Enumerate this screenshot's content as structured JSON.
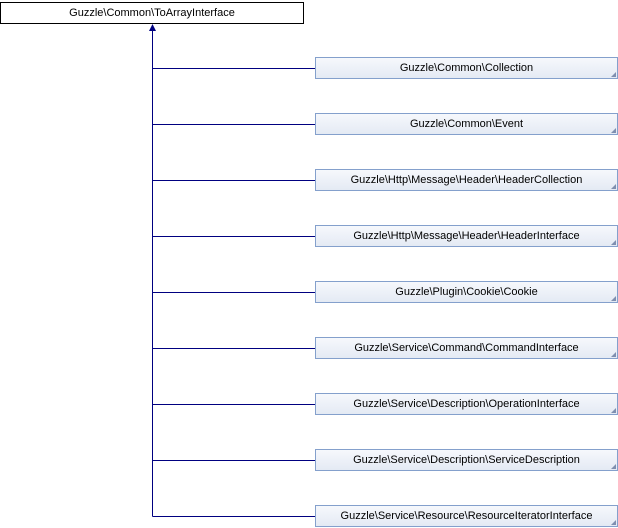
{
  "base_class": "Guzzle\\Common\\ToArrayInterface",
  "children": [
    "Guzzle\\Common\\Collection",
    "Guzzle\\Common\\Event",
    "Guzzle\\Http\\Message\\Header\\HeaderCollection",
    "Guzzle\\Http\\Message\\Header\\HeaderInterface",
    "Guzzle\\Plugin\\Cookie\\Cookie",
    "Guzzle\\Service\\Command\\CommandInterface",
    "Guzzle\\Service\\Description\\OperationInterface",
    "Guzzle\\Service\\Description\\ServiceDescription",
    "Guzzle\\Service\\Resource\\ResourceIteratorInterface"
  ],
  "colors": {
    "edge": "#000080",
    "child_border": "#84a0cc"
  }
}
